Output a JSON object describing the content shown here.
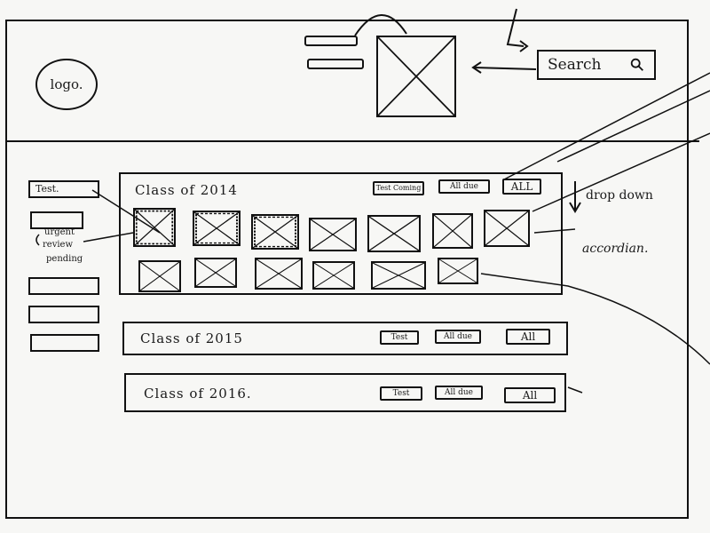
{
  "header": {
    "logo_text": "logo.",
    "search_placeholder": "Search"
  },
  "sidebar": {
    "items": [
      {
        "label": "Test."
      },
      {
        "label": ""
      },
      {
        "label": ""
      },
      {
        "label": ""
      },
      {
        "label": ""
      }
    ],
    "note": [
      "urgent",
      "review",
      "pending"
    ]
  },
  "main": {
    "classes": [
      {
        "title": "Class of 2014",
        "buttons": {
          "test": "Test Coming",
          "all_due": "All due",
          "all": "ALL"
        },
        "expanded": true
      },
      {
        "title": "Class of 2015",
        "buttons": {
          "test": "Test",
          "all_due": "All due",
          "all": "All"
        },
        "expanded": false
      },
      {
        "title": "Class of 2016.",
        "buttons": {
          "test": "Test",
          "all_due": "All due",
          "all": "All"
        },
        "expanded": false
      }
    ]
  },
  "annotations": {
    "drop_down": "drop down",
    "accordion": "accordian."
  }
}
